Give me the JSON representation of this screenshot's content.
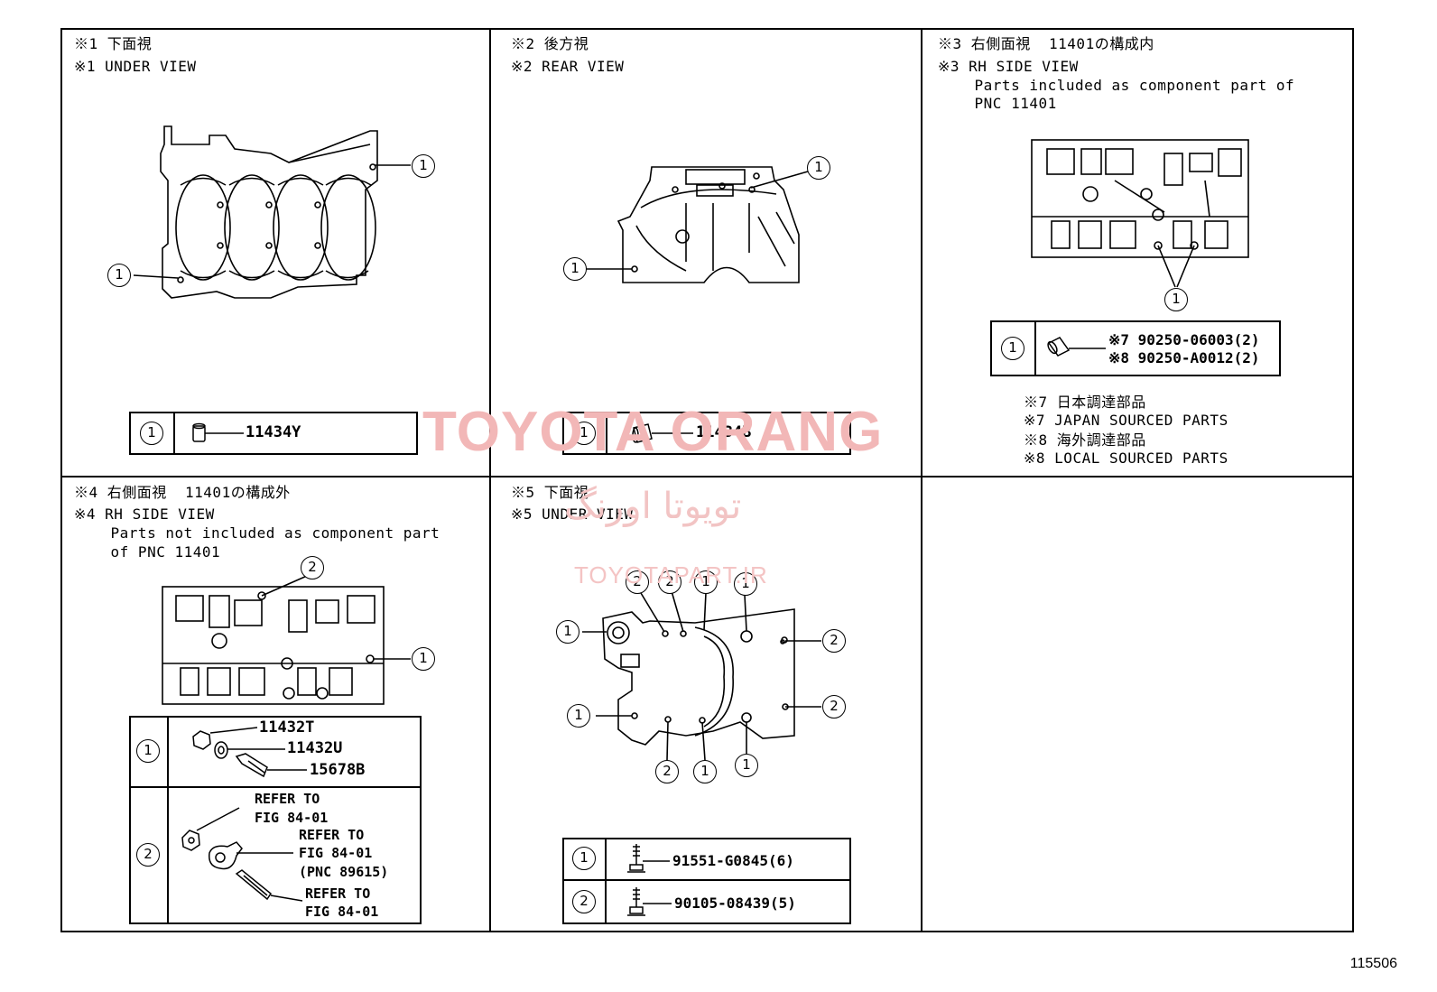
{
  "panels": {
    "p1": {
      "line1": "※1 下面視",
      "line2": "※1 UNDER VIEW",
      "table": {
        "callout": "1",
        "part": "11434Y"
      },
      "callouts": [
        "1",
        "1"
      ]
    },
    "p2": {
      "line1": "※2 後方視",
      "line2": "※2 REAR VIEW",
      "table": {
        "callout": "1",
        "part": "11434B"
      },
      "callouts": [
        "1",
        "1"
      ]
    },
    "p3": {
      "line1": "※3 右側面視  11401の構成内",
      "line2": "※3 RH SIDE VIEW",
      "line3": "    Parts included as component part of",
      "line4": "    PNC 11401",
      "table": {
        "callout": "1",
        "row1": "※7 90250-06003(2)",
        "row2": "※8 90250-A0012(2)"
      },
      "notes": [
        "※7 日本調達部品",
        "※7 JAPAN SOURCED PARTS",
        "※8 海外調達部品",
        "※8 LOCAL SOURCED PARTS"
      ],
      "callouts": [
        "1"
      ]
    },
    "p4": {
      "line1": "※4 右側面視  11401の構成外",
      "line2": "※4 RH SIDE VIEW",
      "line3": "    Parts not included as component part",
      "line4": "    of PNC 11401",
      "table": {
        "row1": {
          "callout": "1",
          "parts": [
            "11432T",
            "11432U",
            "15678B"
          ]
        },
        "row2": {
          "callout": "2",
          "refs": [
            [
              "REFER TO",
              "FIG 84-01"
            ],
            [
              "REFER TO",
              "FIG 84-01",
              "(PNC 89615)"
            ],
            [
              "REFER TO",
              "FIG 84-01"
            ]
          ]
        }
      },
      "callouts": [
        "2",
        "1"
      ]
    },
    "p5": {
      "line1": "※5 下面視",
      "line2": "※5 UNDER VIEW",
      "table": {
        "row1": {
          "callout": "1",
          "part": "91551-G0845(6)"
        },
        "row2": {
          "callout": "2",
          "part": "90105-08439(5)"
        }
      },
      "callouts": [
        "2",
        "2",
        "1",
        "1",
        "1",
        "2",
        "2",
        "2",
        "1",
        "1"
      ]
    }
  },
  "watermark": {
    "brand": "TOYOTA ORANG",
    "persian": "تویوتا اورنگ",
    "site": "TOYOTAPART.IR",
    "brand_color": "#f2b7b7",
    "site_color": "#f4c4c4"
  },
  "sheet_number": "115506"
}
